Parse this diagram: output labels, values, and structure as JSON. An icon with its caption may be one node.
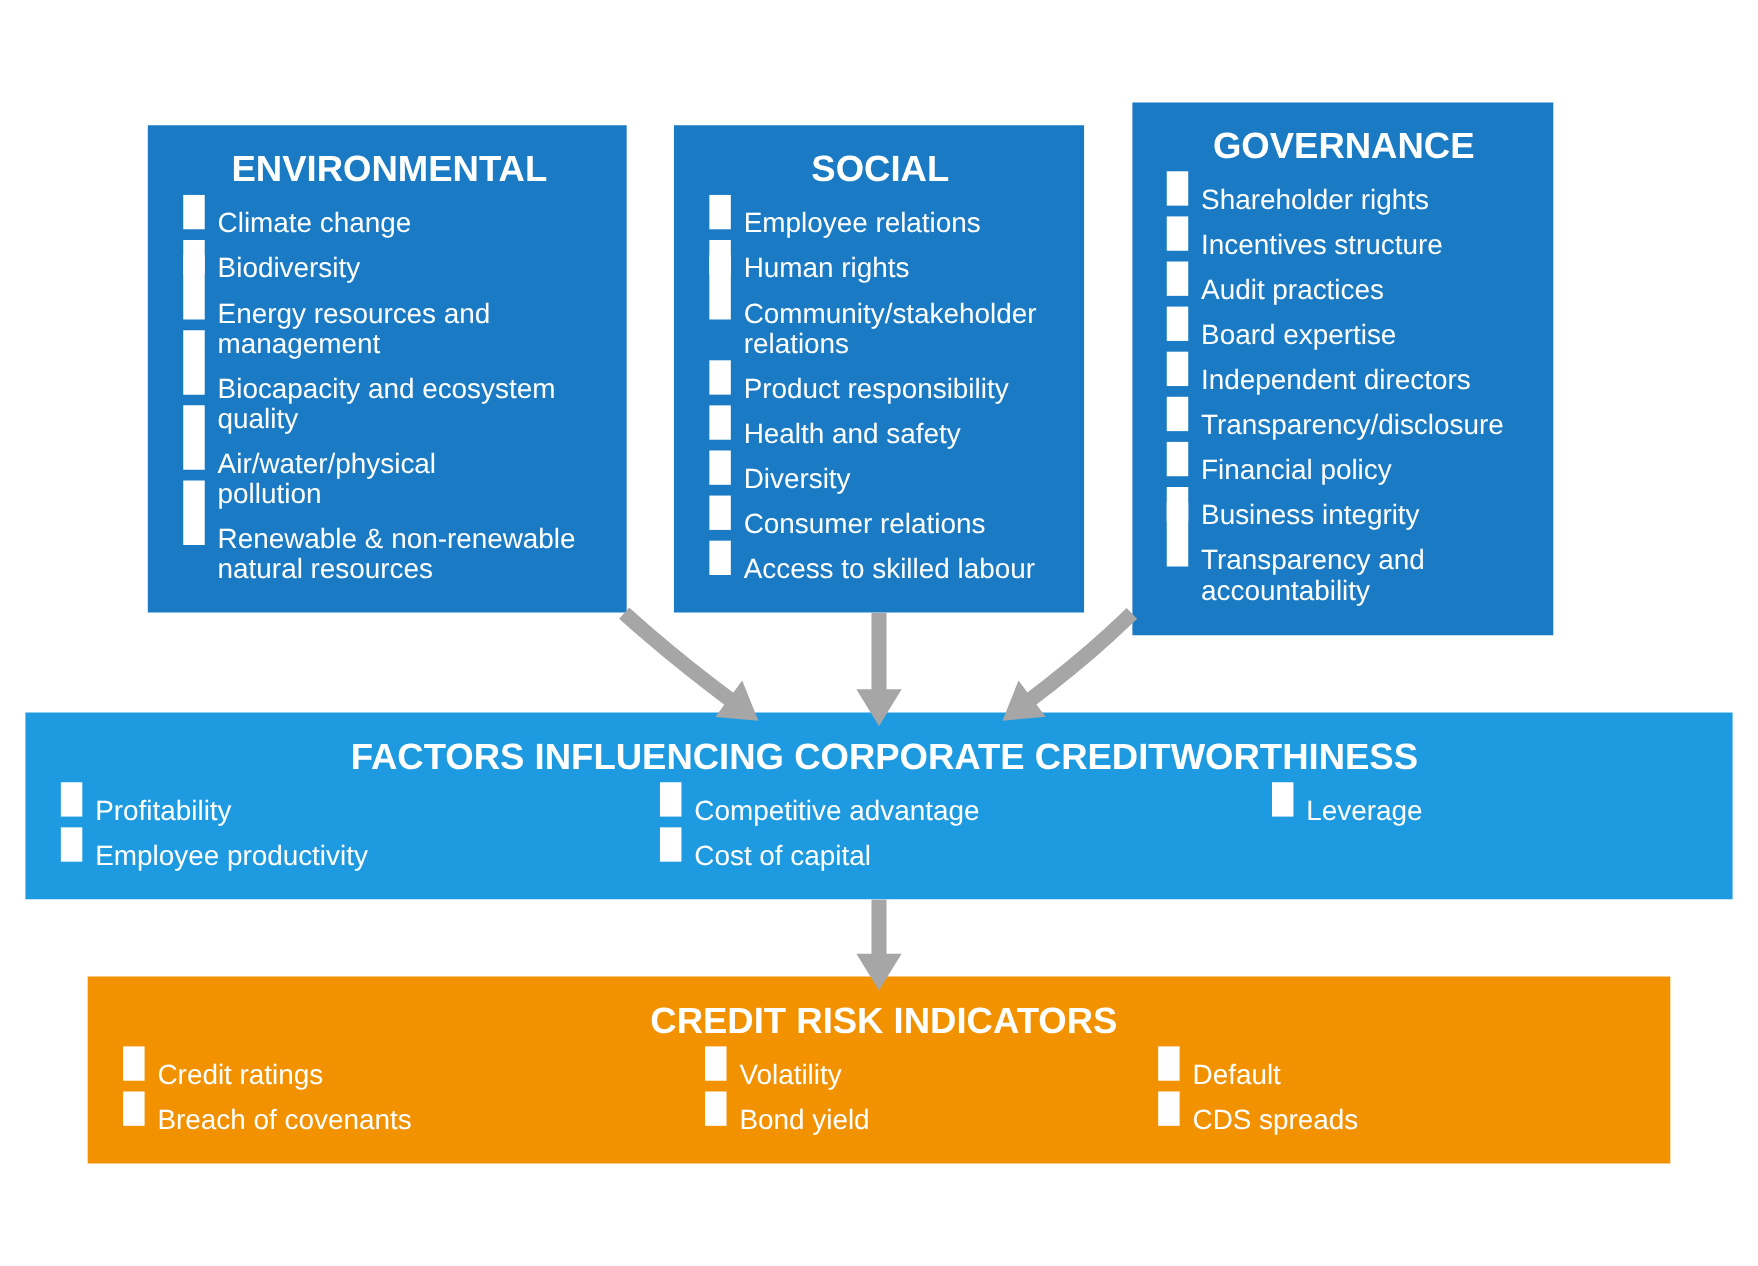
{
  "diagram": {
    "nodes": [
      {
        "text": [
          "ENVIRONMENTAL",
          "Climate change",
          "Biodiversity",
          "Energy resources and management",
          "Biocapacity and ecosystem quality",
          "Air/water/physical pollution",
          "Renewable & non-renewable natural resources"
        ]
      },
      {
        "text": [
          "SOCIAL",
          "Employee relations",
          "Human rights",
          "Community/stakeholder relations",
          "Product responsibility",
          "Health and safety",
          "Diversity",
          "Consumer relations",
          "Access to skilled labour"
        ]
      },
      {
        "text": [
          "GOVERNANCE",
          "Shareholder rights",
          "Incentives structure",
          "Audit practices",
          "Board expertise",
          "Independent directors",
          "Transparency/disclosure",
          "Financial policy",
          "Business integrity",
          "Transparency and accountability"
        ]
      },
      {
        "text": [
          "FACTORS INFLUENCING CORPORATE CREDITWORTHINESS",
          "Profitability",
          "Employee productivity",
          "Competitive advantage",
          "Cost of capital",
          "Leverage"
        ]
      },
      {
        "text": [
          "CREDIT RISK INDICATORS",
          "Credit ratings",
          "Breach of covenants",
          "Volatility",
          "Bond yield",
          "Default",
          "CDS spreads"
        ]
      }
    ],
    "edges": [
      {
        "from": 0,
        "to": 3,
        "arrow": "to"
      },
      {
        "from": 1,
        "to": 3,
        "arrow": "to"
      },
      {
        "from": 2,
        "to": 3,
        "arrow": "to"
      },
      {
        "from": 3,
        "to": 4,
        "arrow": "to"
      }
    ]
  }
}
